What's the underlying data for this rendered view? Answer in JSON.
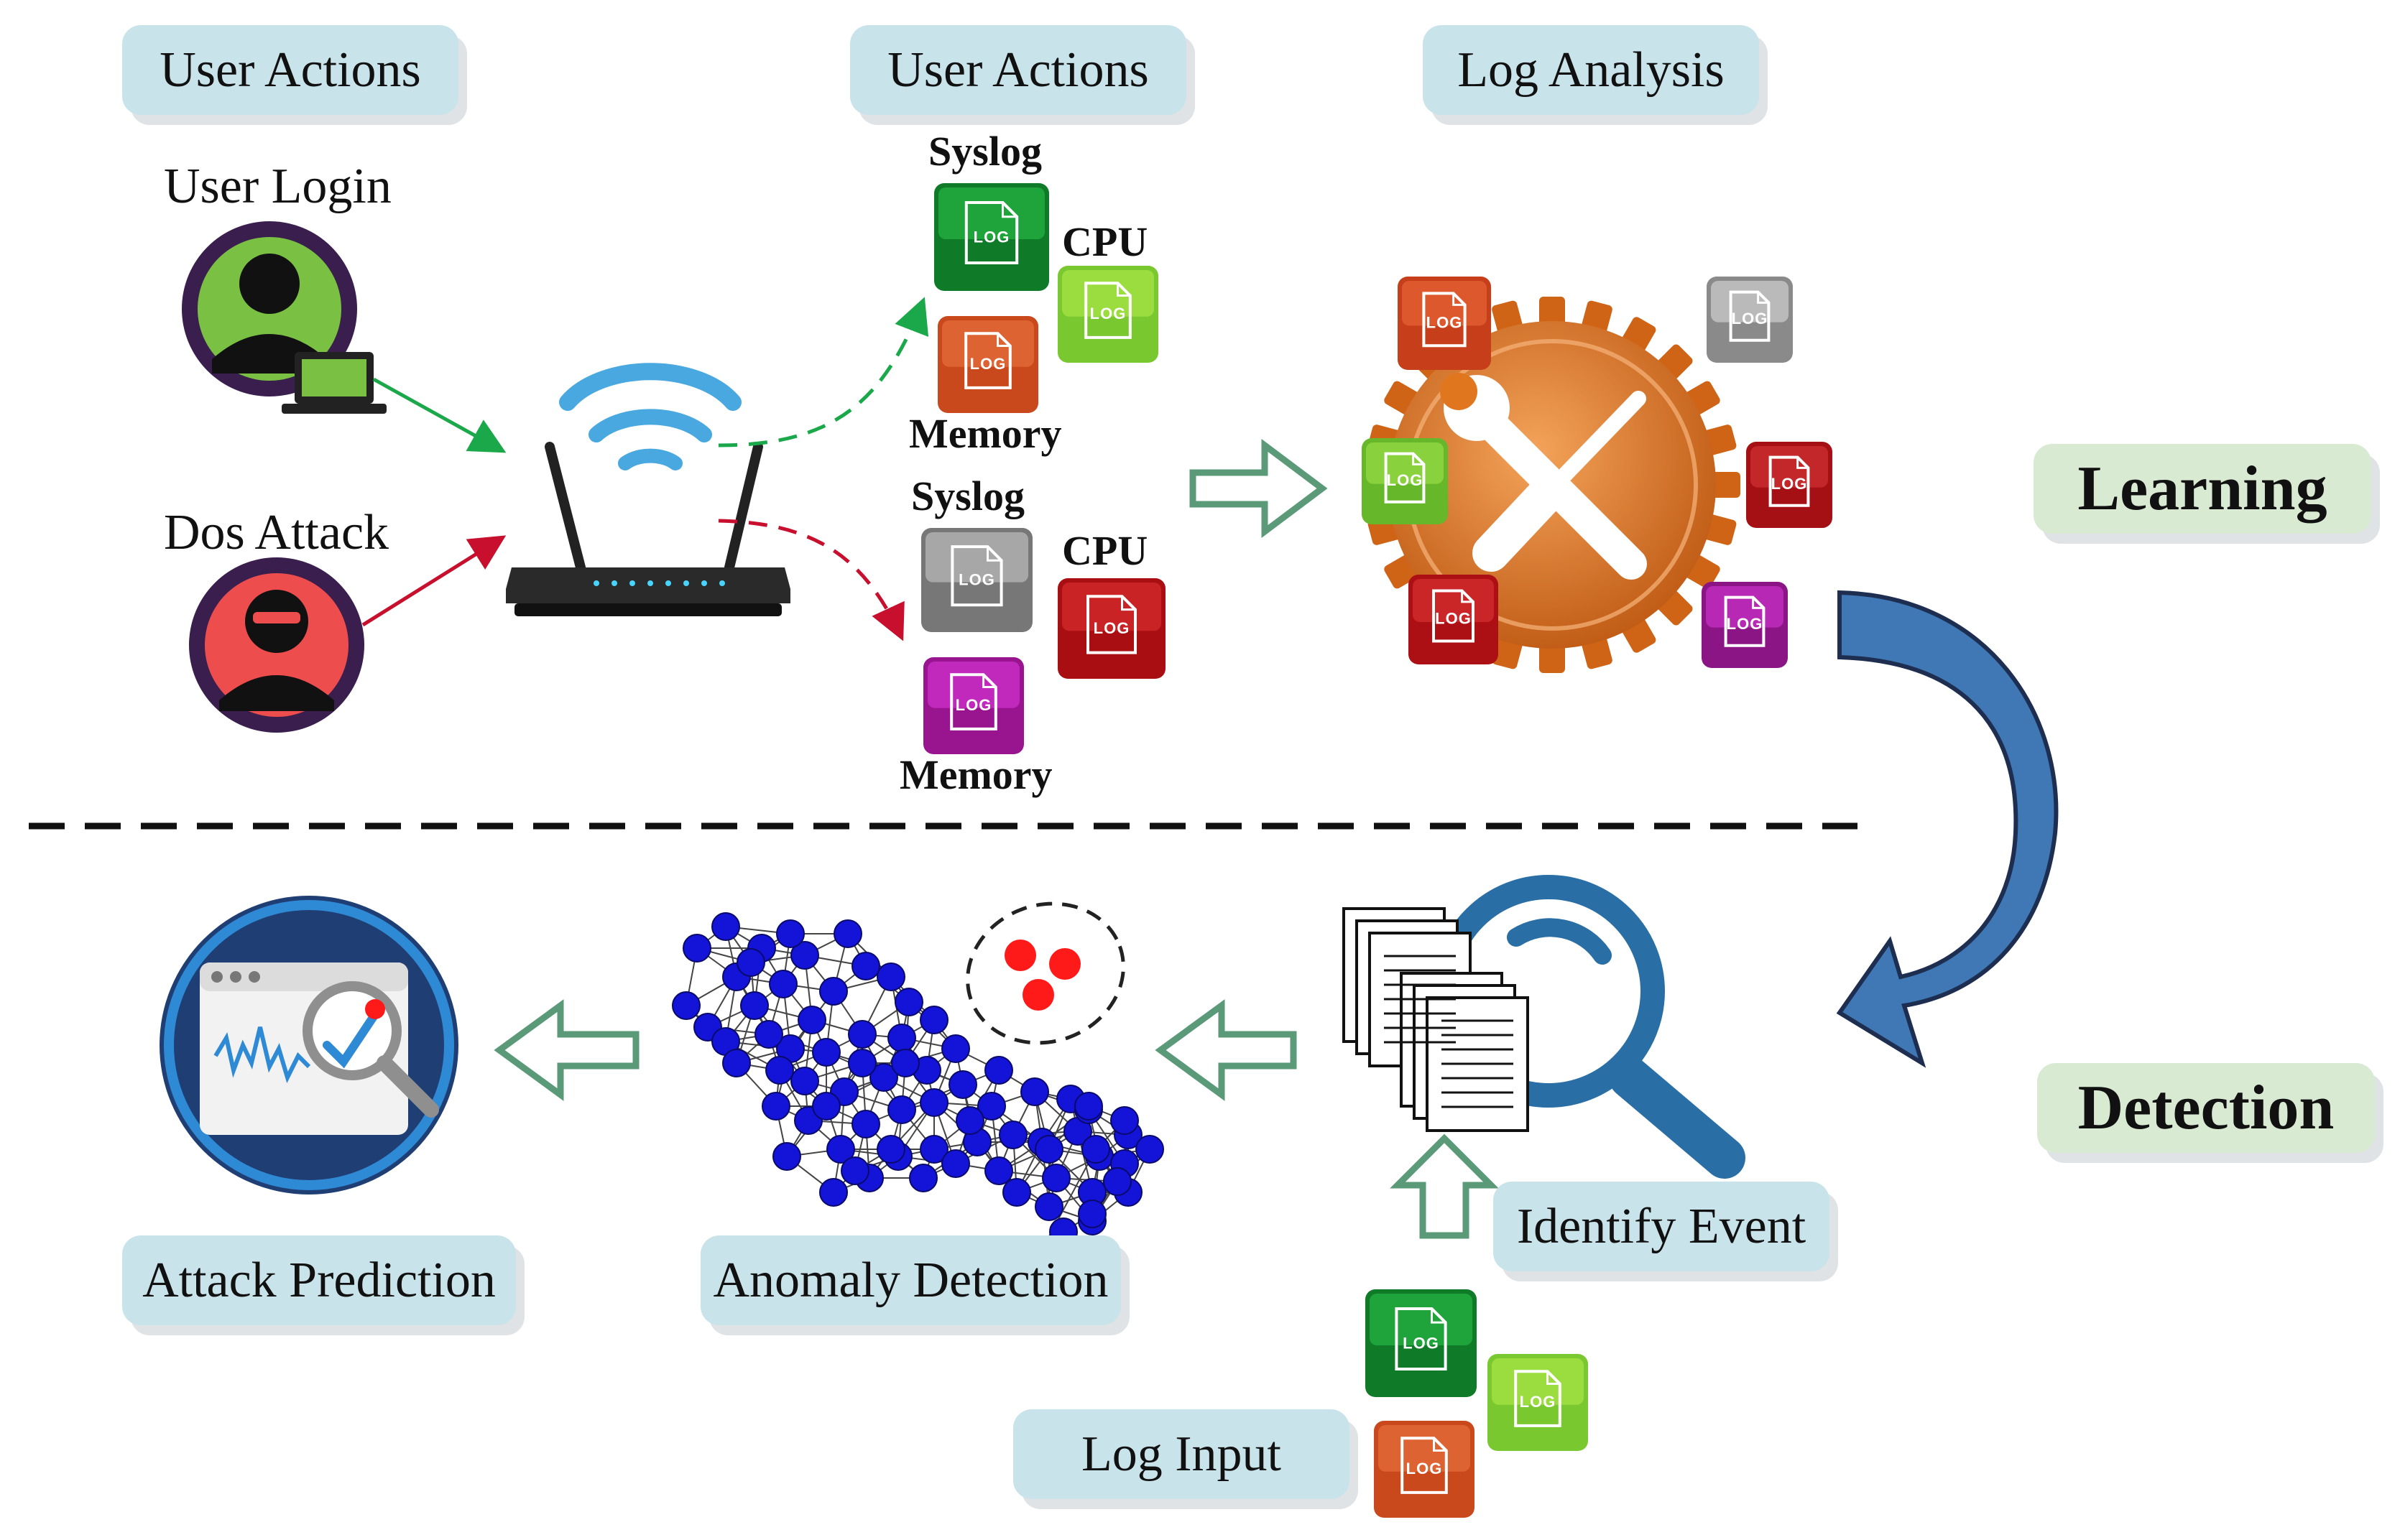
{
  "labels": {
    "user_actions_1": "User Actions",
    "user_actions_2": "User Actions",
    "log_analysis": "Log Analysis",
    "learning": "Learning",
    "detection": "Detection",
    "identify_event": "Identify Event",
    "attack_prediction": "Attack Prediction",
    "anomaly_detection": "Anomaly Detection",
    "log_input": "Log Input"
  },
  "captions": {
    "user_login": "User Login",
    "dos_attack": "Dos Attack"
  },
  "log_groups": {
    "normal": {
      "syslog": "Syslog",
      "cpu": "CPU",
      "memory": "Memory"
    },
    "attack": {
      "syslog": "Syslog",
      "cpu": "CPU",
      "memory": "Memory"
    }
  },
  "log_icon_text": "LOG",
  "colors": {
    "label_blue": "#c9e3ea",
    "label_green": "#d9ead3",
    "normal_arrow": "#1aa84a",
    "attack_arrow": "#c8102e",
    "flow_arrow": "#5a9a78",
    "cluster_node": "#1414d8",
    "outlier_node": "#ff1a1a",
    "curved_arrow": "#3f78b5",
    "gear": "#e0771f"
  }
}
